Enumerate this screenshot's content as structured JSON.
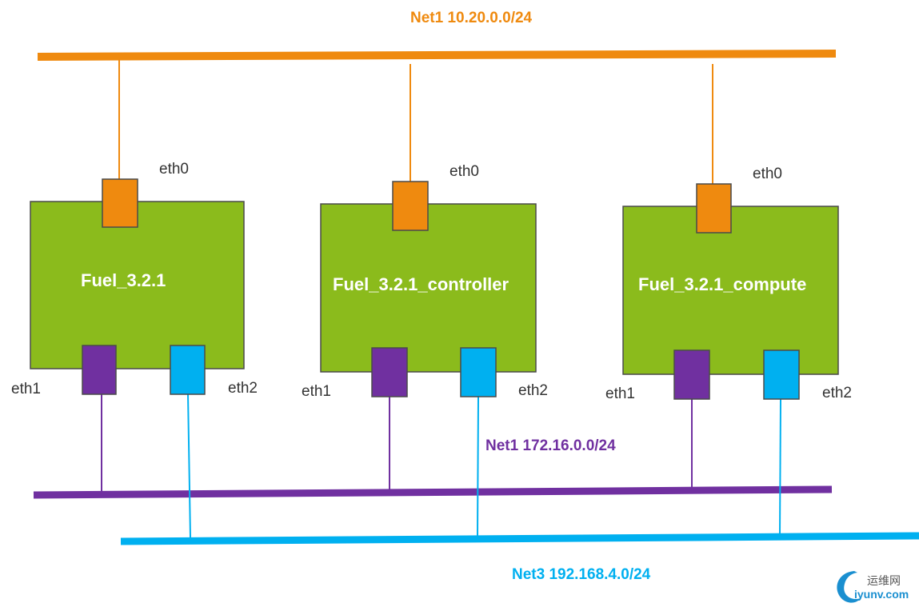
{
  "colors": {
    "net1": "#ef8a0f",
    "net2": "#7030a0",
    "net3": "#00b0f0",
    "node_fill": "#8bbb1c",
    "node_border": "#4a4a4a",
    "text": "#333333"
  },
  "networks": {
    "top": {
      "label": "Net1 10.20.0.0/24"
    },
    "mid": {
      "label": "Net1 172.16.0.0/24"
    },
    "bottom": {
      "label": "Net3 192.168.4.0/24"
    }
  },
  "nodes": [
    {
      "name": "Fuel_3.2.1",
      "eth0": "eth0",
      "eth1": "eth1",
      "eth2": "eth2"
    },
    {
      "name": "Fuel_3.2.1_controller",
      "eth0": "eth0",
      "eth1": "eth1",
      "eth2": "eth2"
    },
    {
      "name": "Fuel_3.2.1_compute",
      "eth0": "eth0",
      "eth1": "eth1",
      "eth2": "eth2"
    }
  ],
  "watermark": {
    "cn": "运维网",
    "en": "iyunv.com"
  }
}
